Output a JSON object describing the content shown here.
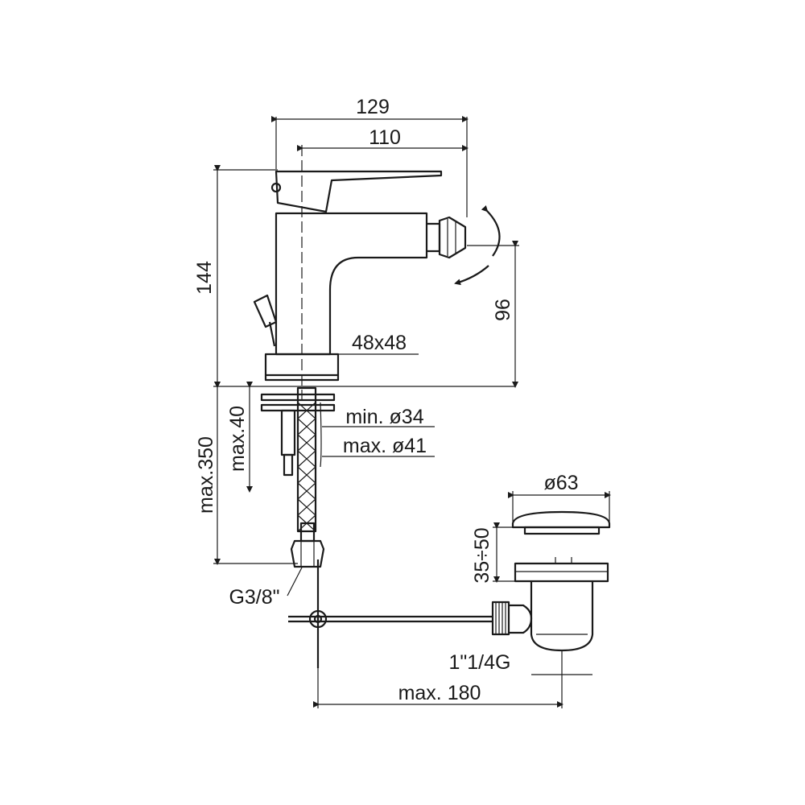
{
  "dimensions": {
    "total_reach": "129",
    "spout_reach": "110",
    "height": "144",
    "outlet_height": "96",
    "base_size": "48x48",
    "hole_min": "min. ø34",
    "hole_max": "max. ø41",
    "flexible_length": "max.350",
    "deck_thickness": "max.40",
    "connection_thread": "G3/8\"",
    "waste_diameter": "ø63",
    "waste_lift": "35÷50",
    "waste_thread": "1\"1/4G",
    "rod_length": "max. 180"
  },
  "colors": {
    "line": "#1a1a1a",
    "background": "#ffffff"
  }
}
